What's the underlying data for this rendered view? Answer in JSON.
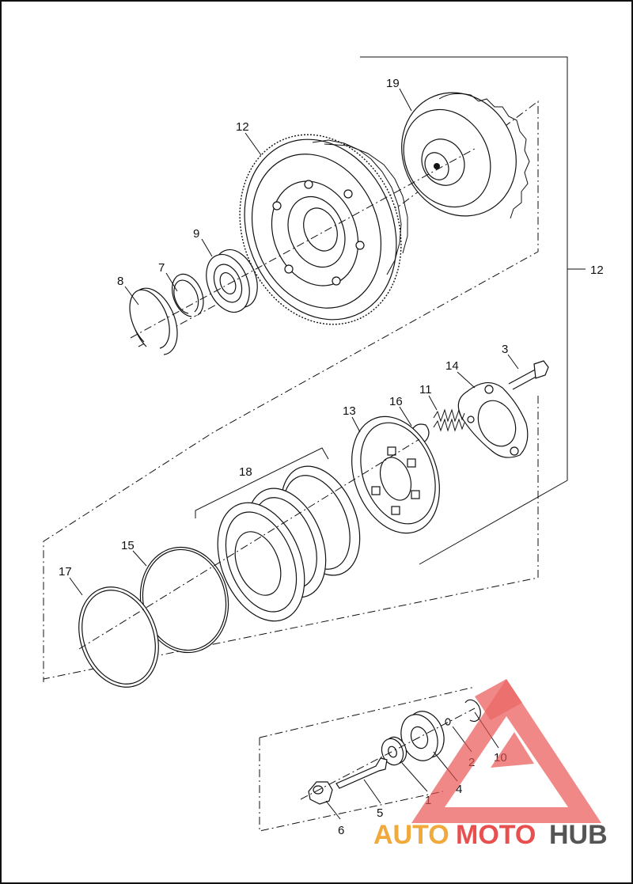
{
  "callouts": {
    "c19": "19",
    "c12_top": "12",
    "c12_right": "12",
    "c9": "9",
    "c7": "7",
    "c8": "8",
    "c3": "3",
    "c14": "14",
    "c11": "11",
    "c16": "16",
    "c13": "13",
    "c18": "18",
    "c15": "15",
    "c17": "17",
    "c2": "2",
    "c10": "10",
    "c4": "4",
    "c1": "1",
    "c5": "5",
    "c6": "6"
  },
  "watermark": {
    "part1": "AUTO",
    "part2": "MOTO",
    "part3": "HUB",
    "color_orange": "#f2a93b",
    "color_red": "#e8504f",
    "color_grey": "#555555"
  },
  "footer_text": "",
  "colors": {
    "line": "#111111",
    "background": "#ffffff"
  }
}
